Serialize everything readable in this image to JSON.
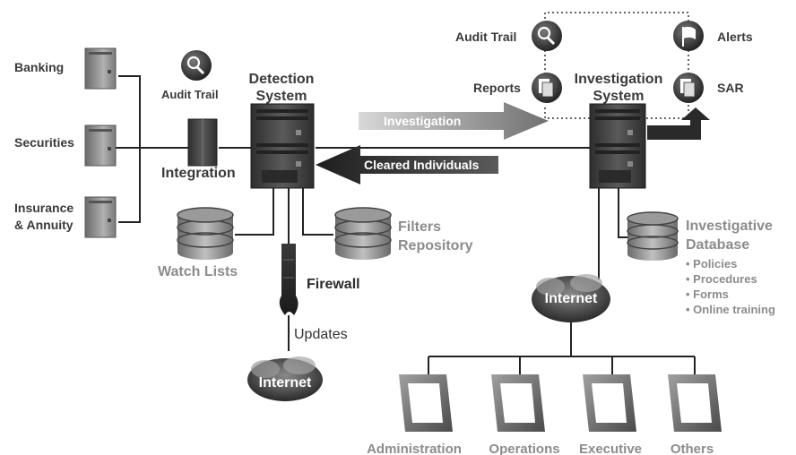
{
  "sources": {
    "banking": "Banking",
    "securities": "Securities",
    "insurance_line1": "Insurance",
    "insurance_line2": "& Annuity"
  },
  "integration": {
    "label": "Integration"
  },
  "audit_trail_left": "Audit Trail",
  "detection": {
    "line1": "Detection",
    "line2": "System"
  },
  "watch_lists": "Watch Lists",
  "filters_repository": {
    "line1": "Filters",
    "line2": "Repository"
  },
  "firewall": "Firewall",
  "updates": "Updates",
  "internet_left": "Internet",
  "arrows": {
    "investigation": "Investigation",
    "cleared": "Cleared Individuals"
  },
  "audit_trail_right": "Audit Trail",
  "reports": "Reports",
  "alerts": "Alerts",
  "sar": "SAR",
  "investigation_system": {
    "line1": "Investigation",
    "line2": "System"
  },
  "investigative_db": {
    "line1": "Investigative",
    "line2": "Database",
    "items": [
      "• Policies",
      "• Procedures",
      "• Forms",
      "• Online training"
    ]
  },
  "internet_right": "Internet",
  "users": [
    "Administration",
    "Operations",
    "Executive",
    "Others"
  ],
  "colors": {
    "dark_text": "#3a3a3a",
    "gray_text": "#8c8c8c",
    "server_dark": "#3c3c3c",
    "cloud": "#555555"
  },
  "icons": {
    "magnifier": "magnifier-icon",
    "document": "documents-icon",
    "flag": "flag-icon",
    "server": "server-icon",
    "database": "database-icon",
    "cloud": "cloud-icon",
    "monitor": "monitor-icon",
    "firewall": "firewall-icon"
  }
}
